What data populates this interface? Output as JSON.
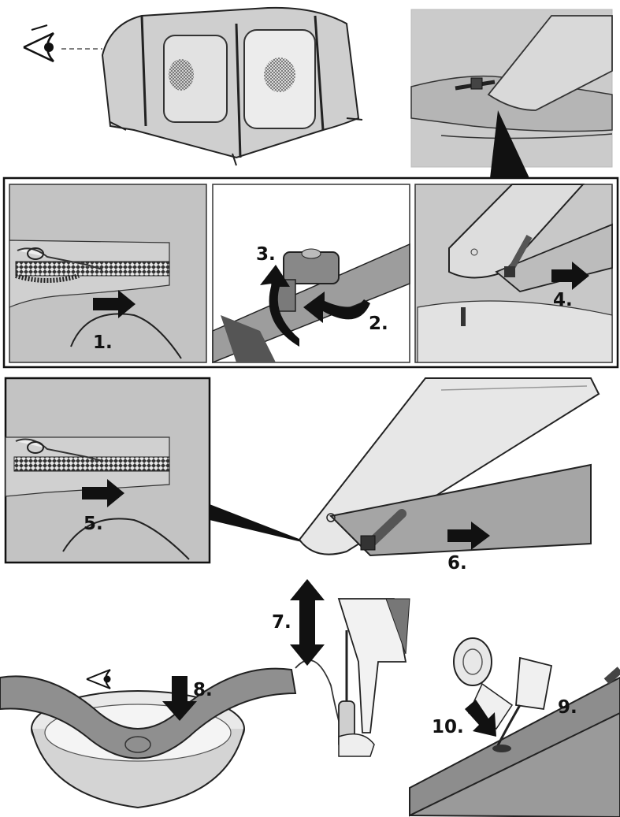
{
  "diagram": {
    "steps": [
      {
        "id": "step-1",
        "label": "1."
      },
      {
        "id": "step-2",
        "label": "2."
      },
      {
        "id": "step-3",
        "label": "3."
      },
      {
        "id": "step-4",
        "label": "4."
      },
      {
        "id": "step-5",
        "label": "5."
      },
      {
        "id": "step-6",
        "label": "6."
      },
      {
        "id": "step-7",
        "label": "7."
      },
      {
        "id": "step-8",
        "label": "8."
      },
      {
        "id": "step-9",
        "label": "9."
      },
      {
        "id": "step-10",
        "label": "10."
      }
    ],
    "icons": [
      "eye-icon",
      "arrow-right-icon",
      "rotate-arrow-icon",
      "arrow-down-icon",
      "double-arrow-vertical-icon"
    ],
    "colors": {
      "panel": "#c9c9c9",
      "frame": "#111111",
      "light": "#e6e6e6",
      "mid": "#9a9a9a"
    }
  }
}
